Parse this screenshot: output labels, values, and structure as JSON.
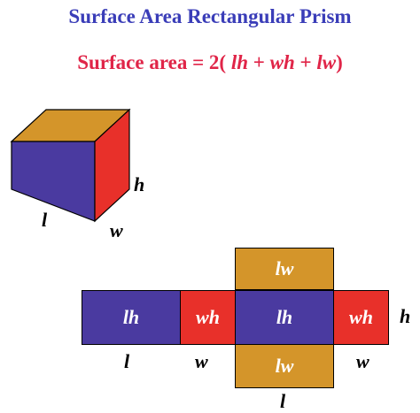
{
  "title": "Surface Area Rectangular Prism",
  "formula": {
    "prefix": "Surface area = 2( ",
    "term1": "lh",
    "plus1": " + ",
    "term2": "wh",
    "plus2": " + ",
    "term3": "lw",
    "suffix": ")"
  },
  "prism": {
    "label_h": "h",
    "label_l": "l",
    "label_w": "w"
  },
  "net": {
    "faces": {
      "lh_left": "lh",
      "wh_left": "wh",
      "lh_center": "lh",
      "wh_right": "wh",
      "lw_top": "lw",
      "lw_bottom": "lw"
    },
    "dims": {
      "h": "h",
      "l_left": "l",
      "w_left": "w",
      "w_right": "w",
      "l_bottom": "l"
    }
  },
  "colors": {
    "title": "#3a3db8",
    "formula": "#e02548",
    "lh_face": "#4a3aa0",
    "wh_face": "#e8302a",
    "lw_face": "#d4952a"
  }
}
